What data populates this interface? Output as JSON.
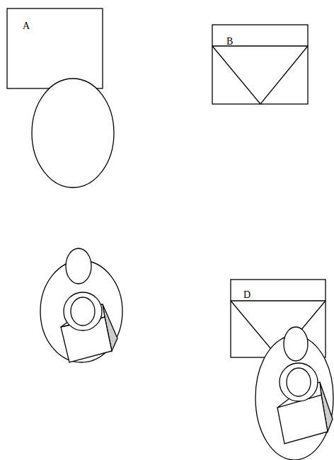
{
  "diagram": {
    "nodes": [
      {
        "text": [
          "A"
        ]
      },
      {
        "text": [
          "B"
        ]
      },
      {
        "text": [
          "D"
        ]
      }
    ]
  }
}
